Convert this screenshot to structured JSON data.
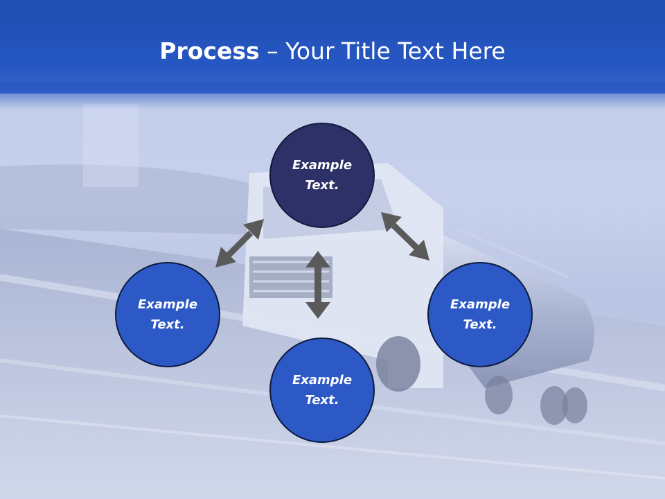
{
  "slide": {
    "title_bold": "Process",
    "title_rest": " – Your Title Text Here"
  },
  "diagram": {
    "nodes": {
      "top": {
        "line1": "Example",
        "line2": "Text."
      },
      "left": {
        "line1": "Example",
        "line2": "Text."
      },
      "right": {
        "line1": "Example",
        "line2": "Text."
      },
      "bottom": {
        "line1": "Example",
        "line2": "Text."
      }
    },
    "colors": {
      "header": "#2656c2",
      "top_node": "#2e3167",
      "other_nodes": "#2c59c5",
      "arrows": "#5a5a5a"
    }
  }
}
